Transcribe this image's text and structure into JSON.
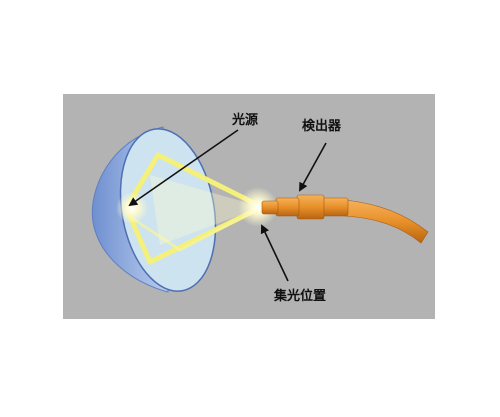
{
  "labels": {
    "light_source": "光源",
    "detector": "検出器",
    "focal_position": "集光位置"
  },
  "colors": {
    "panel_background": "#b3b3b3",
    "mirror_body": "#8ea4d6",
    "mirror_inner": "#cde3ef",
    "light_beam": "#f4f07a",
    "detector_fiber": "#e8902a",
    "arrow": "#111111"
  }
}
